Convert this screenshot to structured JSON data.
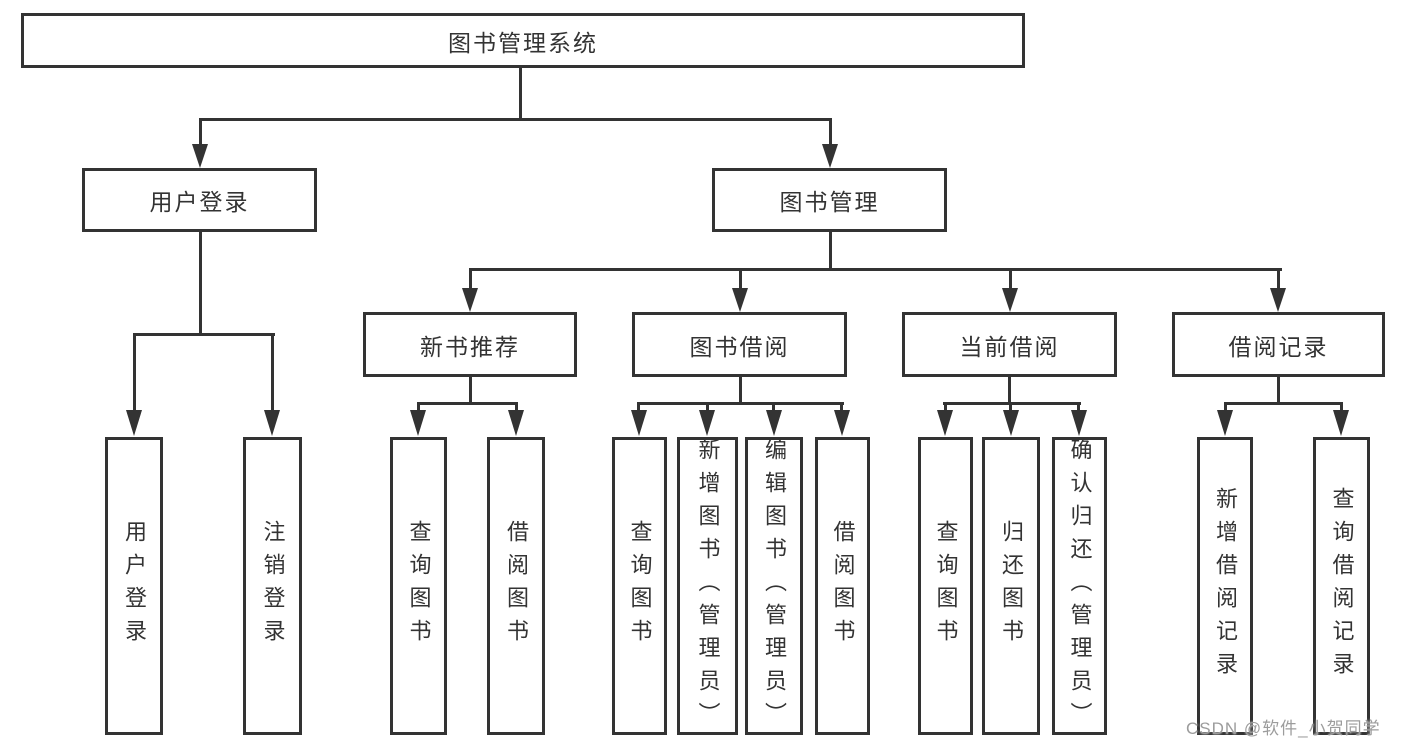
{
  "title": "图书管理系统",
  "watermark": "CSDN @软件_小贺同学",
  "colors": {
    "line": "#333333",
    "box_border": "#333333",
    "text": "#333333",
    "watermark": "#9c9c9c",
    "background": "#ffffff"
  },
  "tree": {
    "root": {
      "label": "图书管理系统"
    },
    "branches": [
      {
        "label": "用户登录",
        "children": [
          {
            "label": "用户登录"
          },
          {
            "label": "注销登录"
          }
        ]
      },
      {
        "label": "图书管理",
        "children": [
          {
            "label": "新书推荐",
            "children": [
              {
                "label": "查询图书"
              },
              {
                "label": "借阅图书"
              }
            ]
          },
          {
            "label": "图书借阅",
            "children": [
              {
                "label": "查询图书"
              },
              {
                "label": "新增图书（管理员）"
              },
              {
                "label": "编辑图书（管理员）"
              },
              {
                "label": "借阅图书"
              }
            ]
          },
          {
            "label": "当前借阅",
            "children": [
              {
                "label": "查询图书"
              },
              {
                "label": "归还图书"
              },
              {
                "label": "确认归还（管理员）"
              }
            ]
          },
          {
            "label": "借阅记录",
            "children": [
              {
                "label": "新增借阅记录"
              },
              {
                "label": "查询借阅记录"
              }
            ]
          }
        ]
      }
    ]
  }
}
